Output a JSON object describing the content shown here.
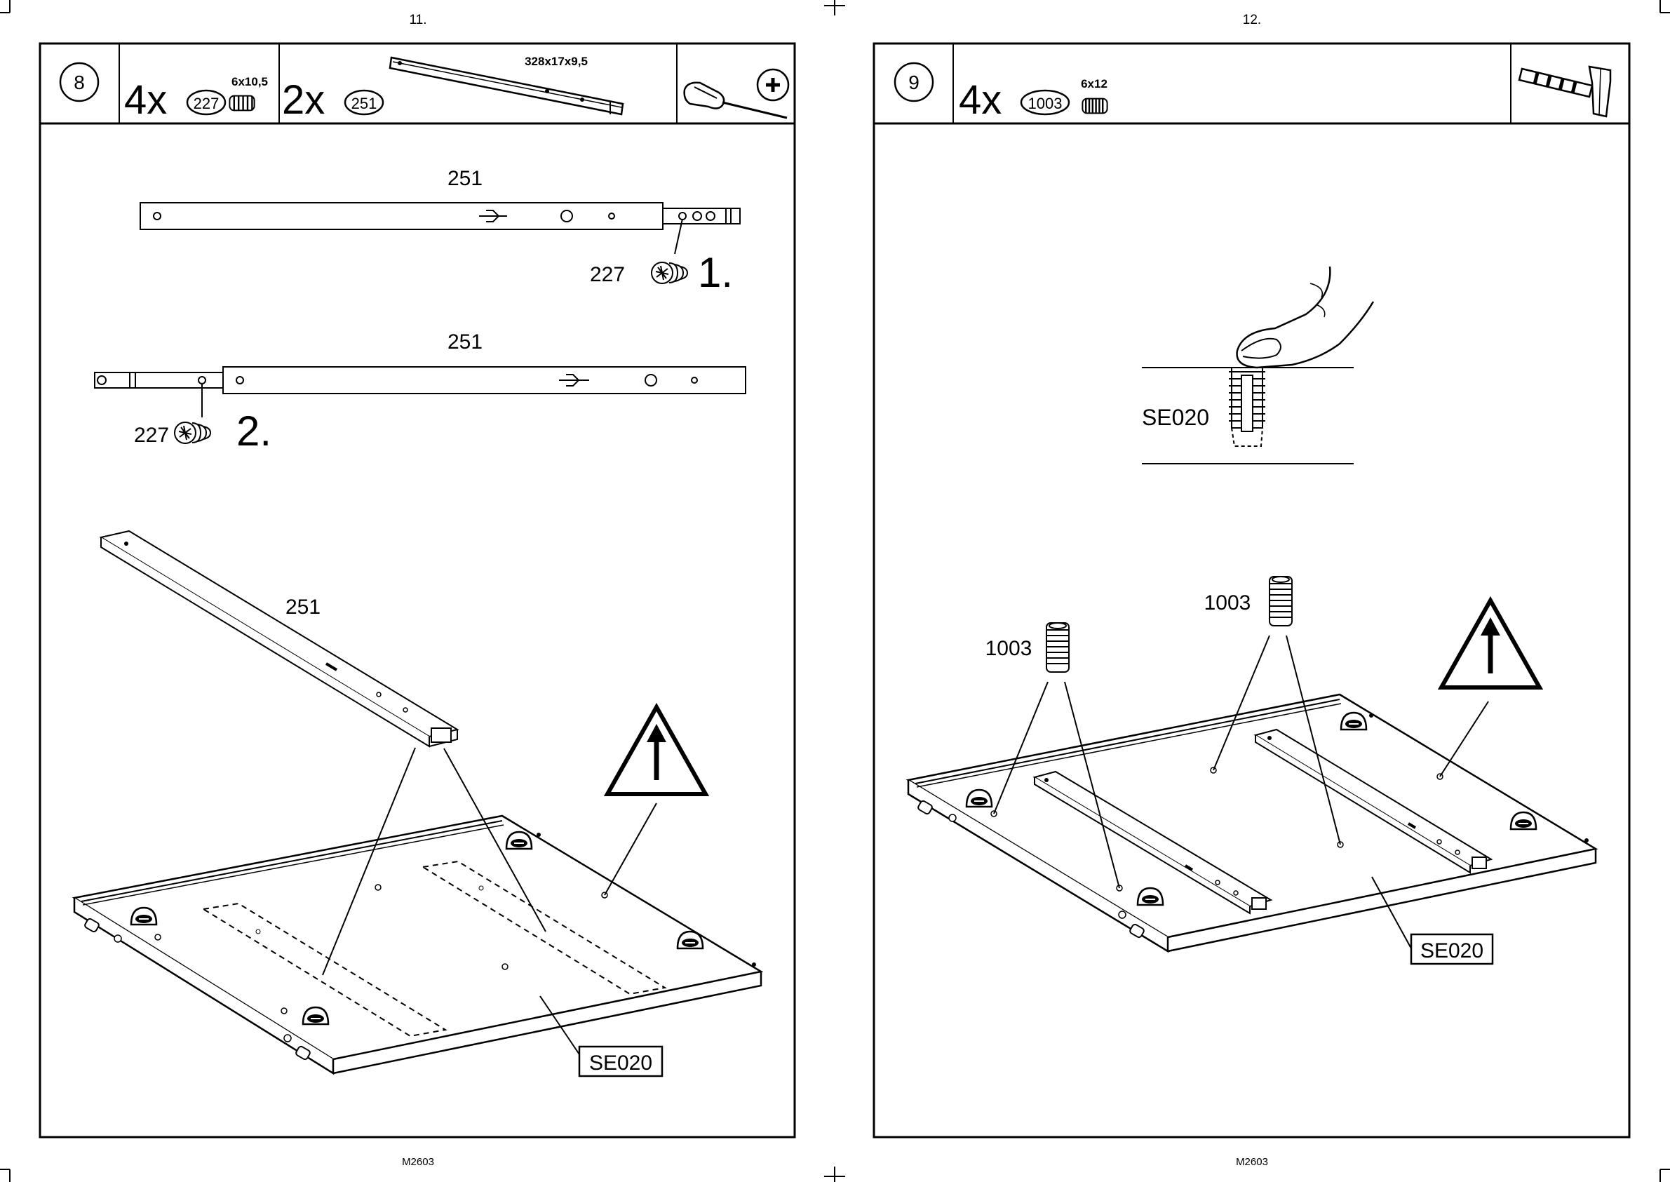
{
  "pages": [
    {
      "page_number": "11.",
      "step": "8",
      "parts": [
        {
          "qty": "4x",
          "part_id": "227",
          "size": "6x10,5"
        },
        {
          "qty": "2x",
          "part_id": "251",
          "size": "328x17x9,5"
        }
      ],
      "tools": [
        "screwdriver-icon",
        "phillips-icon"
      ],
      "callouts": {
        "rail_top_label": "251",
        "screw_1_label": "227",
        "sub_step_1": "1.",
        "rail_middle_label": "251",
        "screw_2_label": "227",
        "sub_step_2": "2.",
        "rail_iso_label": "251",
        "panel_label": "SE020"
      },
      "footer": "M2603"
    },
    {
      "page_number": "12.",
      "step": "9",
      "parts": [
        {
          "qty": "4x",
          "part_id": "1003",
          "size": "6x12"
        }
      ],
      "tools": [
        "hammer-icon"
      ],
      "callouts": {
        "detail_label": "SE020",
        "dowel_label_left": "1003",
        "dowel_label_right": "1003",
        "panel_label": "SE020"
      },
      "footer": "M2603"
    }
  ]
}
